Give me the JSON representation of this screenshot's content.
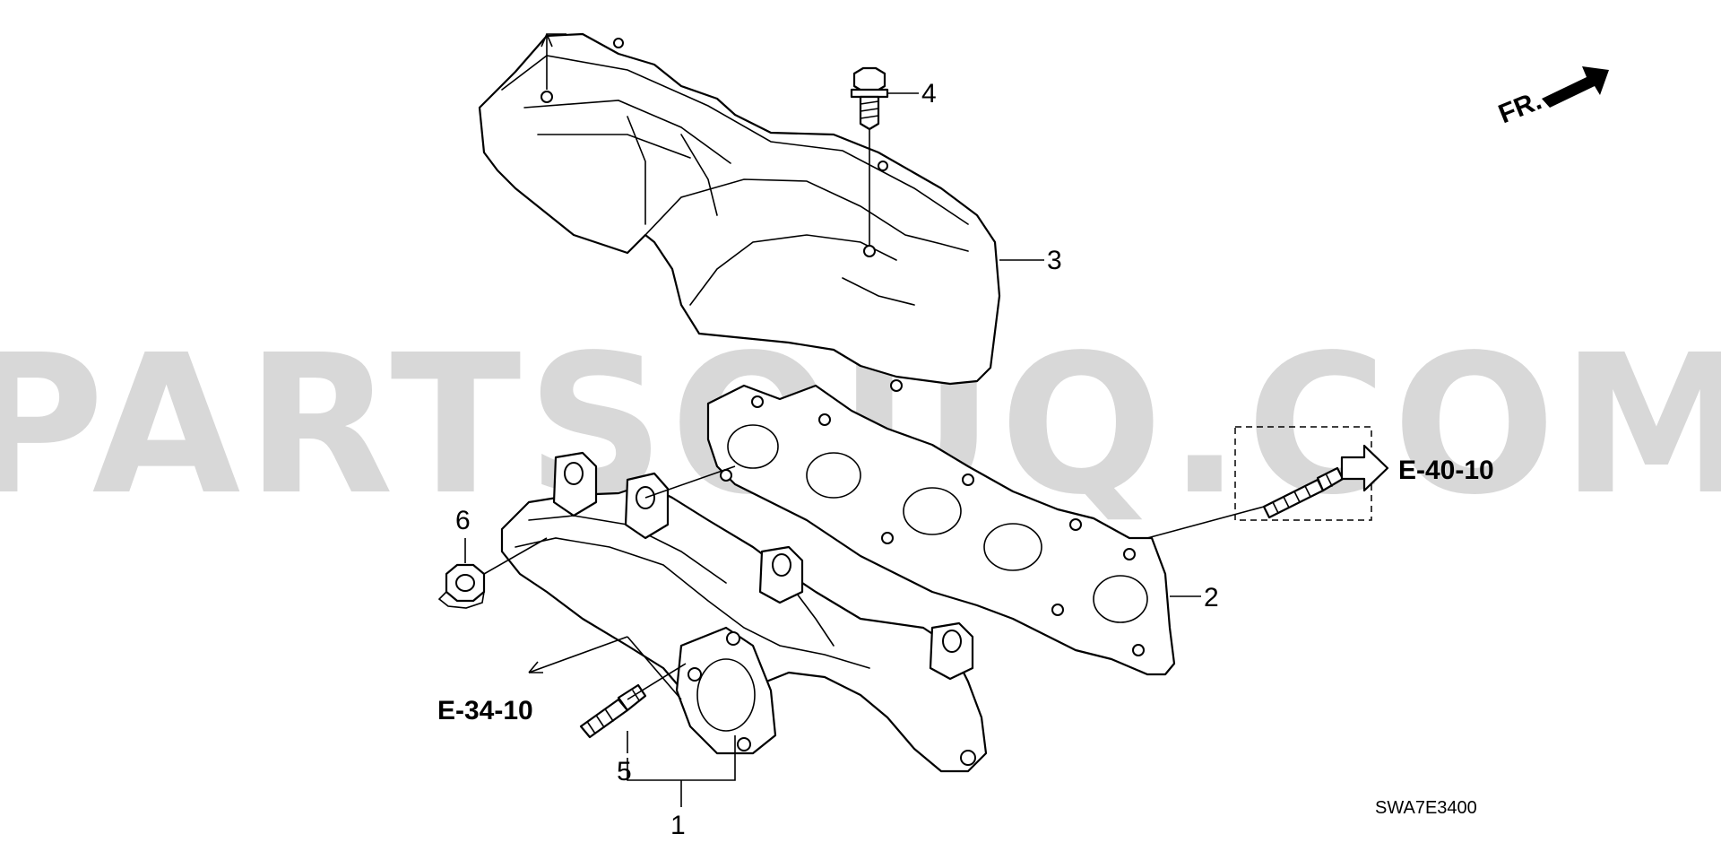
{
  "watermark": "PARTSOUQ.COM",
  "direction": {
    "label": "FR."
  },
  "diagram_code": "SWA7E3400",
  "references": [
    {
      "id": "ref-e-40-10",
      "label": "E-40-10"
    },
    {
      "id": "ref-e-34-10",
      "label": "E-34-10"
    }
  ],
  "callouts": [
    {
      "id": "1",
      "label": "1"
    },
    {
      "id": "2",
      "label": "2"
    },
    {
      "id": "3",
      "label": "3"
    },
    {
      "id": "4",
      "label": "4"
    },
    {
      "id": "5",
      "label": "5"
    },
    {
      "id": "6",
      "label": "6"
    }
  ]
}
